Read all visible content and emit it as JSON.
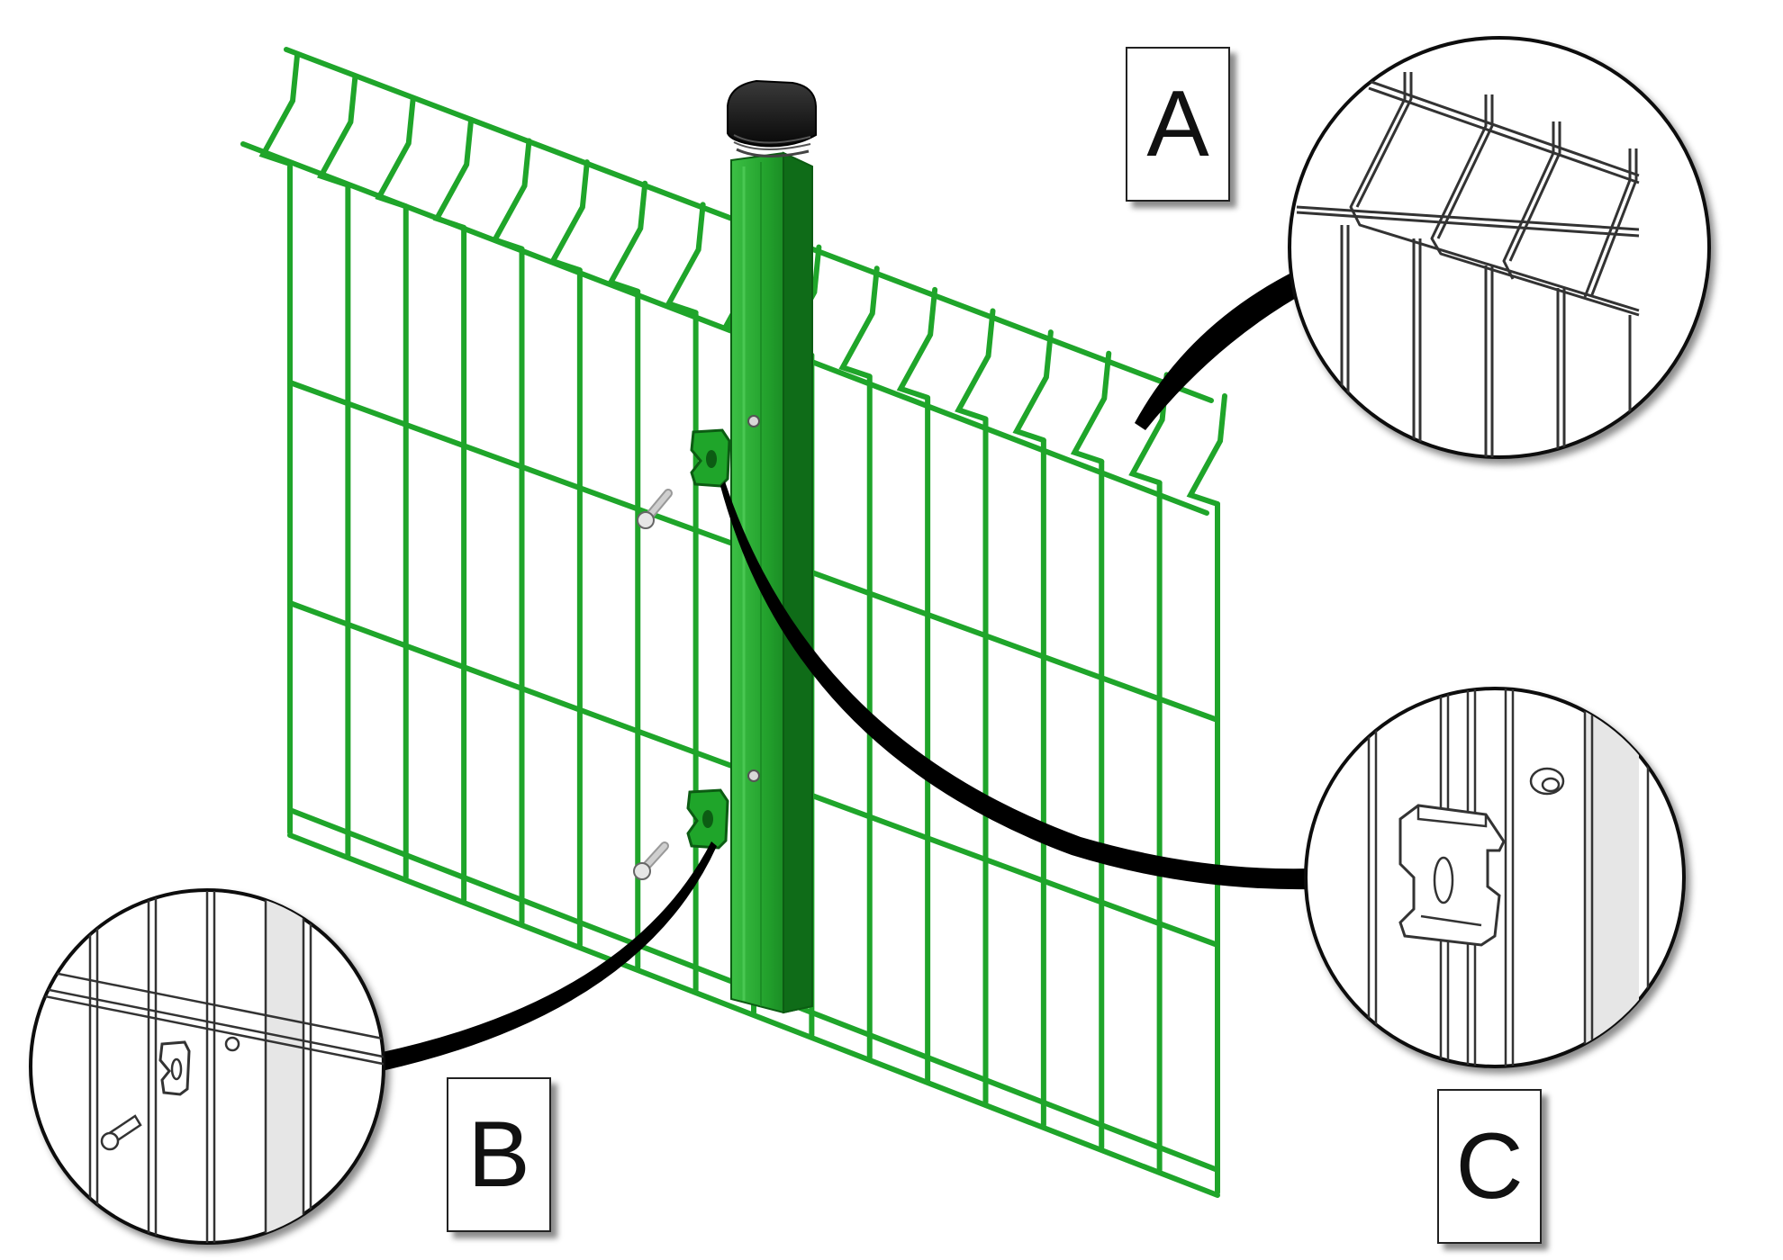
{
  "colors": {
    "mesh": "#1fa52a",
    "mesh_dark": "#0f7a1a",
    "post_light": "#30b83a",
    "post_dark": "#126e1b",
    "cap": "#141414",
    "leader": "#000000",
    "detail_line": "#333333"
  },
  "callouts": [
    {
      "id": "A",
      "label": "A",
      "detail": "top-bend-detail"
    },
    {
      "id": "B",
      "label": "B",
      "detail": "clip-bolt-detail"
    },
    {
      "id": "C",
      "label": "C",
      "detail": "clip-detail"
    }
  ]
}
